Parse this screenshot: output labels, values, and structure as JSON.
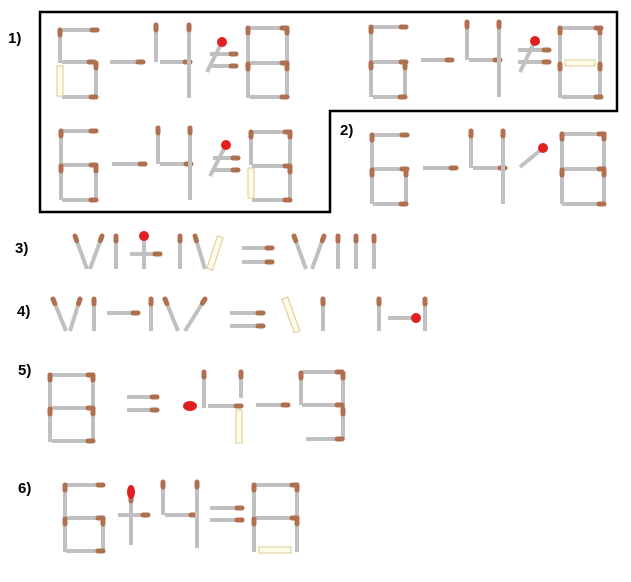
{
  "labels": {
    "p1": "1)",
    "p2": "2)",
    "p3": "3)",
    "p4": "4)",
    "p5": "5)",
    "p6": "6)"
  },
  "colors": {
    "stick": "#c0c0c0",
    "head": "#b07050",
    "red_head": "#e02020",
    "ghost_fill": "#fffbe8",
    "ghost_stroke": "#d8cc90",
    "border": "#000000"
  }
}
